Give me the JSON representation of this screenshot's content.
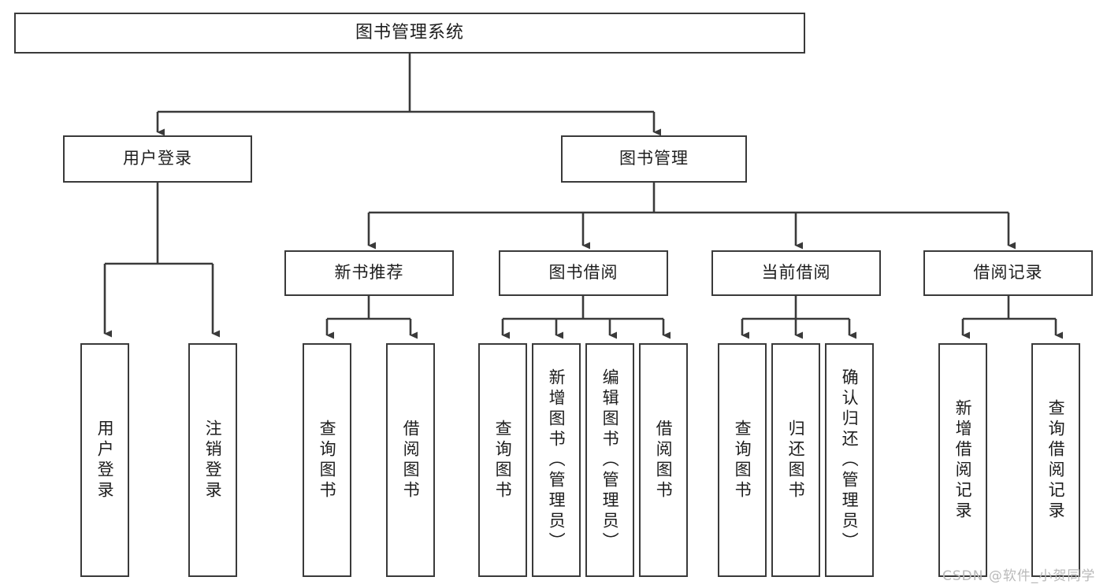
{
  "diagram": {
    "title": "图书管理系统",
    "type": "tree-hierarchy",
    "watermark": "CSDN @软件_小贺同学",
    "colors": {
      "border": "#3a3a3a",
      "background": "#ffffff",
      "text": "#1d1d1d",
      "watermark": "#b9b9b9"
    },
    "root": {
      "label": "图书管理系统"
    },
    "level2": [
      {
        "label": "用户登录"
      },
      {
        "label": "图书管理"
      }
    ],
    "level3": [
      {
        "label": "新书推荐"
      },
      {
        "label": "图书借阅"
      },
      {
        "label": "当前借阅"
      },
      {
        "label": "借阅记录"
      }
    ],
    "leaves": {
      "user_login": [
        {
          "label": "用户登录"
        },
        {
          "label": "注销登录"
        }
      ],
      "new_book_recommend": [
        {
          "label": "查询图书"
        },
        {
          "label": "借阅图书"
        }
      ],
      "book_borrow": [
        {
          "label": "查询图书"
        },
        {
          "label": "新增图书（管理员）"
        },
        {
          "label": "编辑图书（管理员）"
        },
        {
          "label": "借阅图书"
        }
      ],
      "current_borrow": [
        {
          "label": "查询图书"
        },
        {
          "label": "归还图书"
        },
        {
          "label": "确认归还（管理员）"
        }
      ],
      "borrow_record": [
        {
          "label": "新增借阅记录"
        },
        {
          "label": "查询借阅记录"
        }
      ]
    }
  }
}
